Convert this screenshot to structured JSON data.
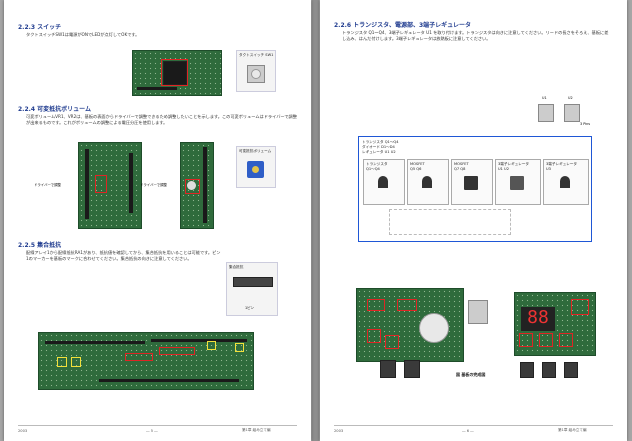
{
  "left_page": {
    "sec1": {
      "title": "2.2.3 スイッチ",
      "text": "タクトスイッチSW1は電源がONでLEDが点灯してOKです。",
      "photo_caption": "タクトスイッチ SW1"
    },
    "sec2": {
      "title": "2.2.4 可変抵抗ボリューム",
      "text": "可変ボリュームVR1、VR2は、基板の表面からドライバーで調整できるため調整したいことを示します。この可変ボリュームはドライバーで調整が出来るものです。これがボリュームの調整による電圧分圧を使用します。",
      "photo_caption": "可変抵抗ボリューム",
      "label_a": "ドライバーで調整",
      "label_b": "ドライバーで調整"
    },
    "sec3": {
      "title": "2.2.5 集合抵抗",
      "text": "配線アレイ1から配線抵抗RA1があり、抵抗値を確認してから、集合抵抗を用いることは可能です。ピン1のマーカーを基板のマークに合わせてください。集合抵抗の向きに注意してください。",
      "photo_caption": "集合抵抗",
      "chip_label": "1ピン"
    },
    "footer": {
      "left": "2003",
      "center": "― 5 ―",
      "right": "第1章 組み立て編"
    }
  },
  "right_page": {
    "sec1": {
      "title": "2.2.6 トランジスタ、電源部、3端子レギュレータ",
      "text": "トランジスタ Q1〜Q4、3端子レギュレータ U1 を取り付けます。トランジスタは向きに注意してください。リードの長さをそろえ、基板に差し込み、はんだ付けします。3端子レギュレータは放熱板に注意してください。",
      "photo_label_a": "U1",
      "photo_label_b": "U2",
      "photo_caption": "3 Pins"
    },
    "table": {
      "header_lines": [
        "トランジスタ Q1〜Q4",
        "ダイオード D1〜D4",
        "レギュレータ U1 U2"
      ],
      "cells": [
        {
          "title": "トランジスタ",
          "sub": "Q1〜Q4"
        },
        {
          "title": "MOSFET",
          "sub": "Q5 Q6"
        },
        {
          "title": "MOSFET",
          "sub": "Q7 Q8"
        },
        {
          "title": "3端子レギュレータ",
          "sub": "U1 U2"
        },
        {
          "title": "3端子レギュレータ",
          "sub": "U3"
        }
      ]
    },
    "bottom_caption": "図 基板の完成図",
    "digits": "88",
    "footer": {
      "left": "2003",
      "center": "― 6 ―",
      "right": "第1章 組み立て編"
    }
  }
}
